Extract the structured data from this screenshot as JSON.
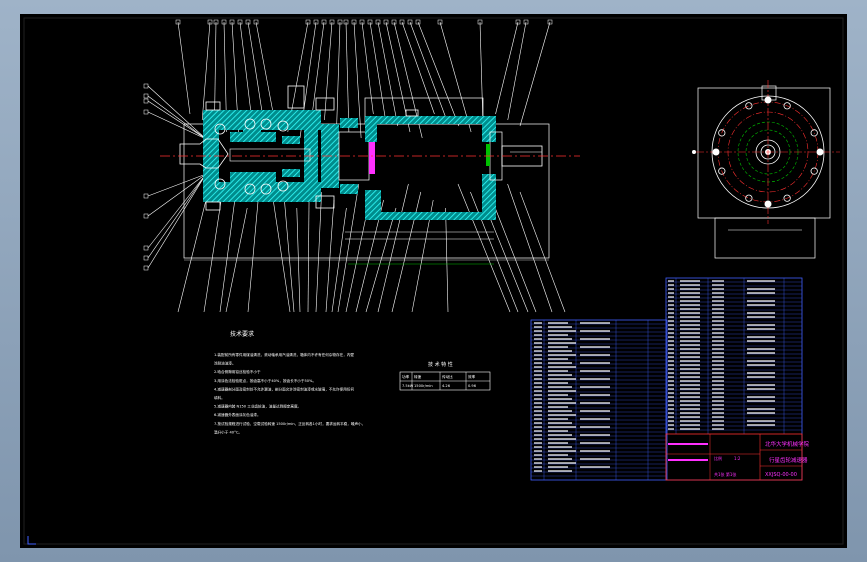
{
  "drawing": {
    "tech_requirements_title": "技术要求",
    "tech_requirements_lines": [
      "1.装配前所有零件用煤油清洗，滚动轴承用汽油清洗，箱体内不许有任何杂物存在，内壁",
      "  涂耐油油漆。",
      "2.啮合侧隙用铅丝检验不小于",
      "3.用涂色法检验斑点，按齿高不小于40%，按齿长不小于50%。",
      "4.减速器剖分面及密封处不允许漏油，剖分面允许涂密封油漆或水玻璃，不允许使用任何",
      "  填料。",
      "5.减速器内装 N150 工业齿轮油，油量达到规定高度。",
      "6.减速器外表面涂灰色油漆。",
      "7.按试验规程进行试验，空载试验转速 1500r/min，正反转各1小时，要求运转平稳，噪声小，",
      "  温升小于 40°C。"
    ],
    "spec_table_title": "技 术 特 性",
    "spec_table_rows": [
      [
        "功率",
        "转速",
        "传动比",
        "效率"
      ],
      [
        "7.5kW",
        "1500r/min",
        "4.26",
        "0.96"
      ]
    ],
    "title_block": {
      "school": "北华大学机械学院",
      "drawing_name": "行星齿轮减速器",
      "drawing_no": "XXJSQ-00-00",
      "scale_label": "比例",
      "scale": "1:2",
      "sheet": "共1张 第1张"
    }
  },
  "colors": {
    "background": "#000000",
    "outline": "#ffffff",
    "hatch": "#00d0d0",
    "centerline": "#ff3030",
    "dimension": "#00c000",
    "magenta": "#ff30ff",
    "table_border": "#4060ff",
    "frame": "#1e2a3a"
  }
}
